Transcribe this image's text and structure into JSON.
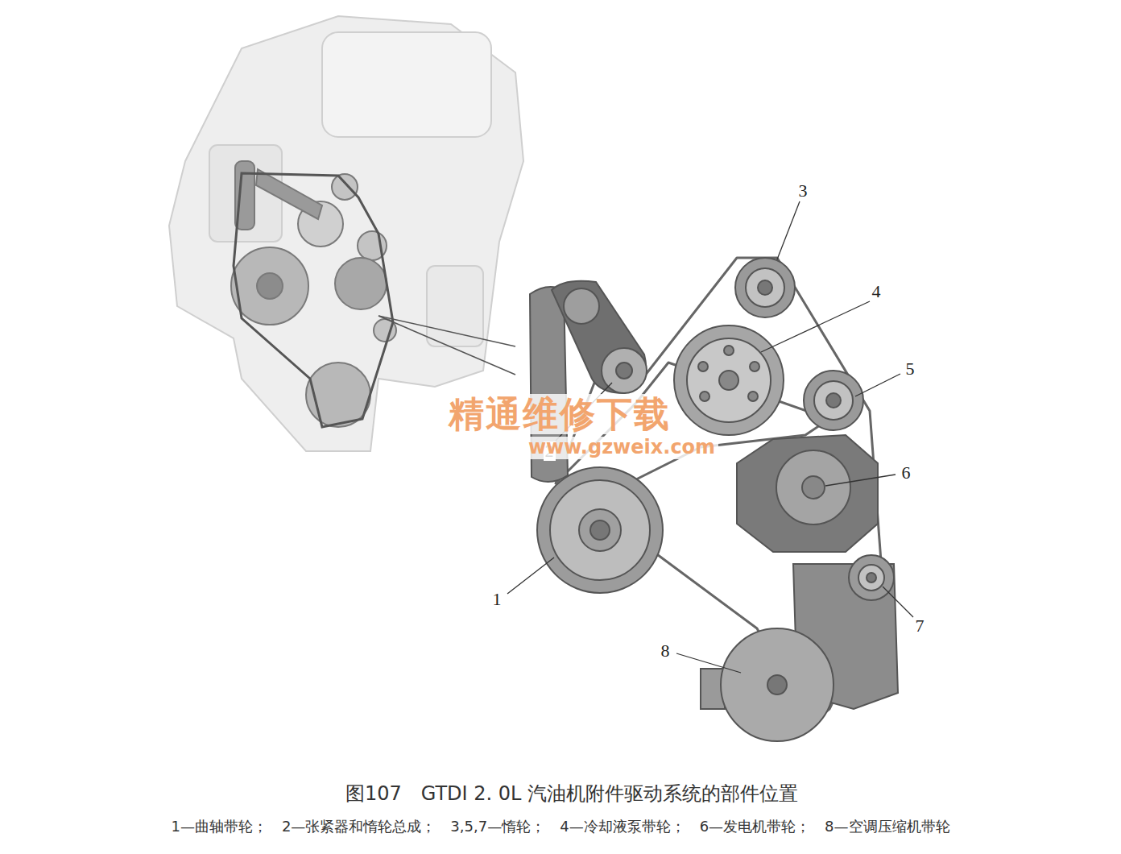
{
  "diagram": {
    "caption": "图107　GTDI 2. 0L 汽油机附件驱动系统的部件位置",
    "labels": [
      "3",
      "4",
      "5",
      "2",
      "6",
      "1",
      "7",
      "8",
      "精通维修下载",
      "www.gzweix.com",
      "1—曲轴带轮；　2—张紧器和惰轮总成；　3,5,7—惰轮；　4—冷却液泵带轮；　6—发电机带轮；　8—空调压缩机带轮"
    ]
  }
}
